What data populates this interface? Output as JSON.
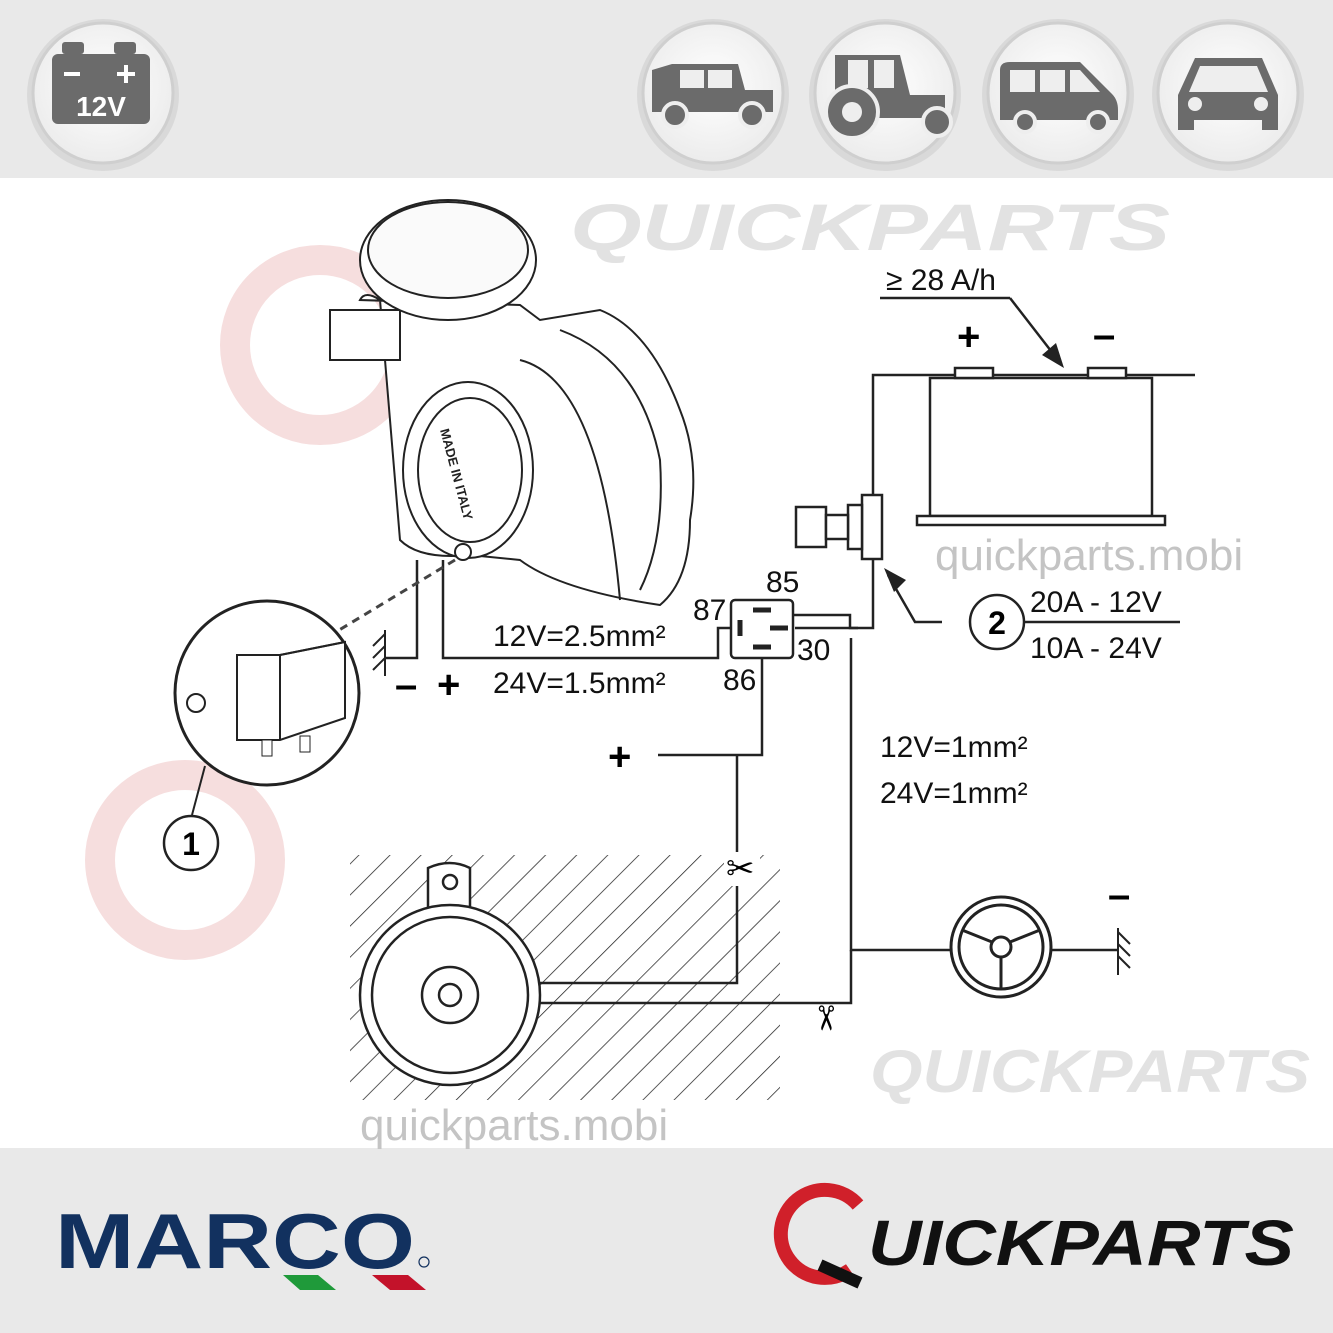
{
  "header": {
    "voltage_badge": "12V",
    "vehicle_icons": [
      "offroad-suv-icon",
      "tractor-icon",
      "van-icon",
      "car-icon"
    ],
    "icon_color": "#6b6b6b"
  },
  "diagram": {
    "battery": {
      "capacity": "≥ 28 A/h",
      "plus": "+",
      "minus": "–"
    },
    "fuse": {
      "callout": "2",
      "rating_12v": "20A - 12V",
      "rating_24v": "10A - 24V"
    },
    "relay": {
      "callout": "1",
      "pin_85": "85",
      "pin_87": "87",
      "pin_30": "30",
      "pin_86": "86"
    },
    "horn_wires": {
      "minus": "–",
      "plus": "+",
      "section_12v": "12V=2.5mm²",
      "section_24v": "24V=1.5mm²"
    },
    "control_wires": {
      "plus": "+",
      "section_12v": "12V=1mm²",
      "section_24v": "24V=1mm²"
    },
    "ground_minus": "–",
    "horn_print": "MADE IN ITALY",
    "watermark_url": "quickparts.mobi",
    "watermark_brand": "QUICKPARTS"
  },
  "footer": {
    "left_logo": "MARCO",
    "right_logo": "QUICKPARTS",
    "marco_blue": "#12315f",
    "quickparts_red": "#d0202a"
  }
}
